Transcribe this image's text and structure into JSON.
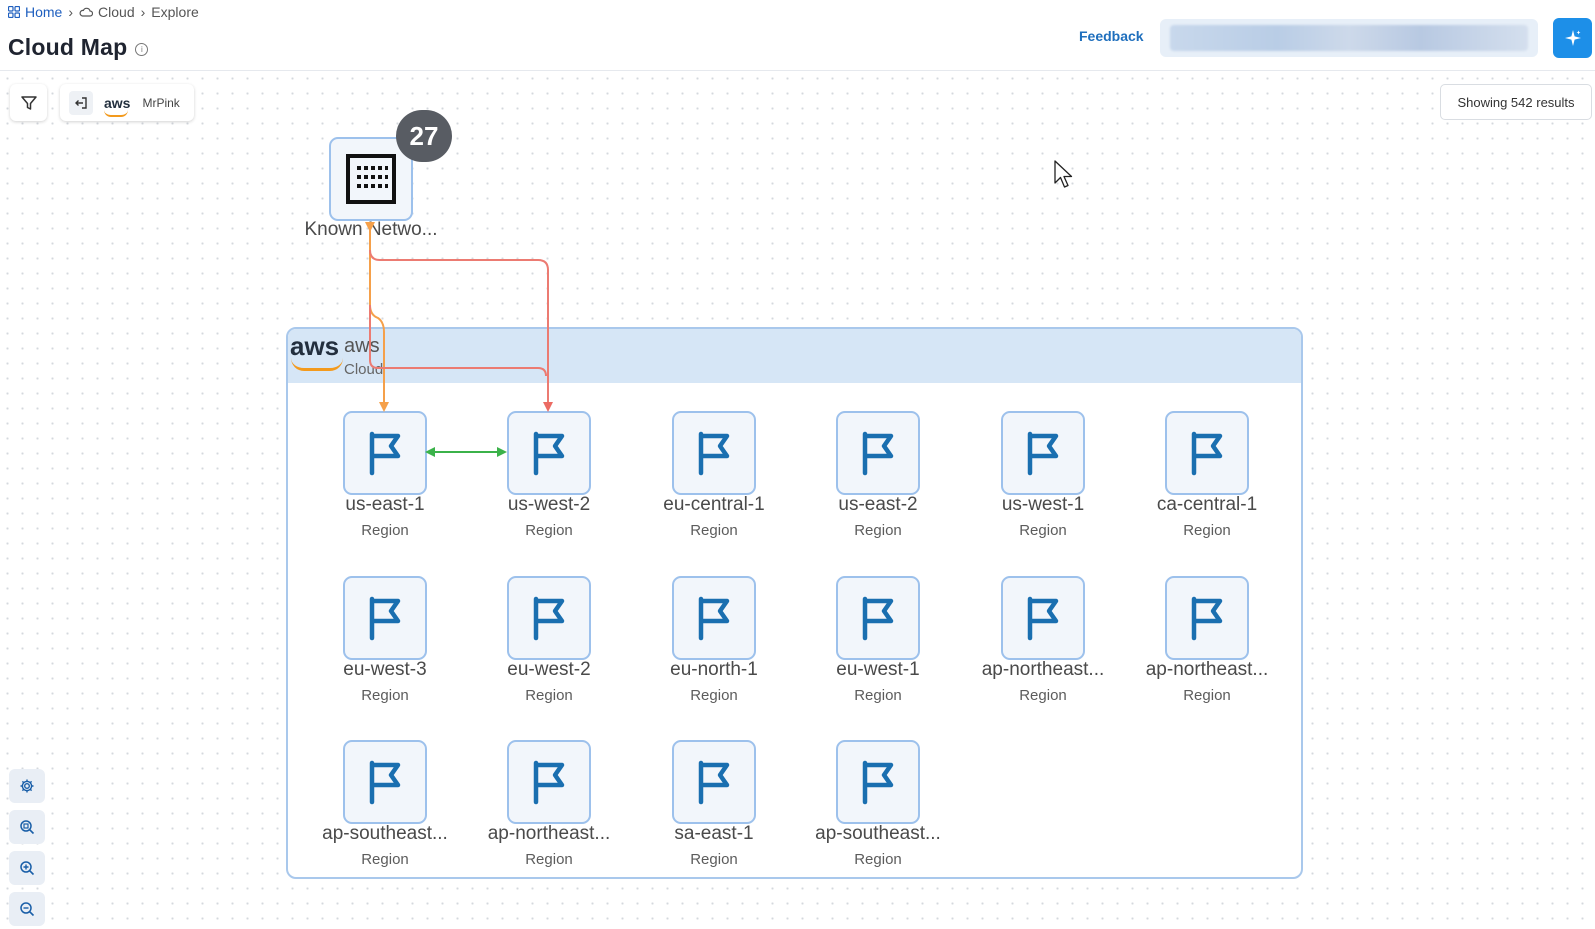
{
  "breadcrumb": {
    "home": "Home",
    "cloud": "Cloud",
    "explore": "Explore"
  },
  "header": {
    "title": "Cloud Map",
    "feedback": "Feedback",
    "search_value": ""
  },
  "toolbar": {
    "provider_logo": "aws",
    "account_name": "MrPink"
  },
  "results": "Showing 542 results",
  "known_networks": {
    "label": "Known Netwo...",
    "count": "27"
  },
  "aws_group": {
    "logo": "aws",
    "title": "aws",
    "subtitle": "Cloud"
  },
  "regions": [
    {
      "name": "us-east-1",
      "type": "Region"
    },
    {
      "name": "us-west-2",
      "type": "Region"
    },
    {
      "name": "eu-central-1",
      "type": "Region"
    },
    {
      "name": "us-east-2",
      "type": "Region"
    },
    {
      "name": "us-west-1",
      "type": "Region"
    },
    {
      "name": "ca-central-1",
      "type": "Region"
    },
    {
      "name": "eu-west-3",
      "type": "Region"
    },
    {
      "name": "eu-west-2",
      "type": "Region"
    },
    {
      "name": "eu-north-1",
      "type": "Region"
    },
    {
      "name": "eu-west-1",
      "type": "Region"
    },
    {
      "name": "ap-northeast...",
      "type": "Region"
    },
    {
      "name": "ap-northeast...",
      "type": "Region"
    },
    {
      "name": "ap-southeast...",
      "type": "Region"
    },
    {
      "name": "ap-northeast...",
      "type": "Region"
    },
    {
      "name": "sa-east-1",
      "type": "Region"
    },
    {
      "name": "ap-southeast...",
      "type": "Region"
    }
  ],
  "colors": {
    "accent": "#1d8fe8",
    "link": "#1f5fbf",
    "flag_icon": "#1a6fb0",
    "edge_orange": "#f5a04a",
    "edge_red": "#ec7b72",
    "edge_green": "#3bb24a"
  },
  "icons": {
    "home": "grid-icon",
    "cloud": "cloud-icon",
    "filter": "filter-icon",
    "exit": "exit-icon",
    "ai": "sparkle-icon",
    "region": "flag-icon",
    "network": "building-icon",
    "settings": "gear-icon",
    "zoom_fit": "zoom-fit-icon",
    "zoom_in": "zoom-in-icon",
    "zoom_out": "zoom-out-icon"
  }
}
